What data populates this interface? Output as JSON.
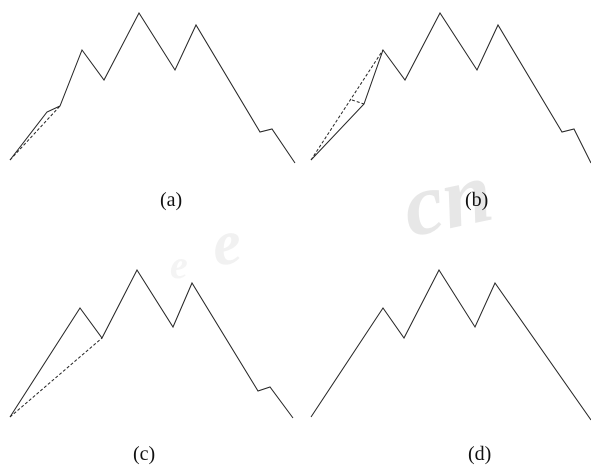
{
  "panels": [
    {
      "label": "(a)"
    },
    {
      "label": "(b)"
    },
    {
      "label": "(c)"
    },
    {
      "label": "(d)"
    }
  ],
  "watermark": {
    "text": "cn",
    "color": "#d9d9d9"
  },
  "colors": {
    "line": "#222222",
    "background": "#ffffff"
  }
}
